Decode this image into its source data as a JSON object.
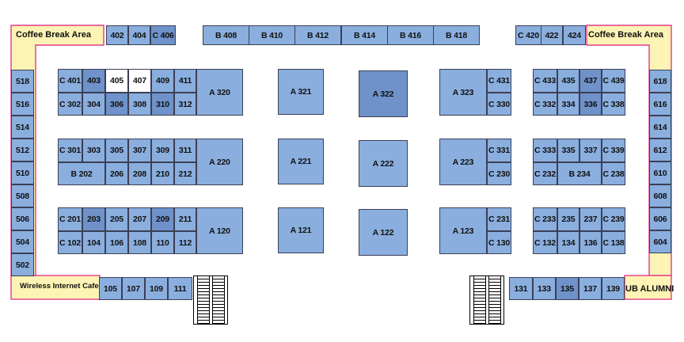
{
  "areas": {
    "coffee_left": "Coffee Break Area",
    "coffee_right": "Coffee Break Area",
    "wireless": "Wireless Internet Cafe",
    "alumni": "UB ALUMNI"
  },
  "colors": {
    "booth": "#8aaede",
    "booth_dark": "#6e92c9",
    "booth_open": "#ffffff",
    "corridor": "#fdf3b4",
    "wall": "#e23a8a"
  },
  "booths": {
    "top_left": [
      "402",
      "404",
      "C 406"
    ],
    "top_center": [
      "B 408",
      "B 410",
      "B 412",
      "B 414",
      "B 416",
      "B 418"
    ],
    "top_right": [
      "C 420",
      "422",
      "424"
    ],
    "left_column": [
      "518",
      "516",
      "514",
      "512",
      "510",
      "508",
      "506",
      "504",
      "502"
    ],
    "right_column": [
      "618",
      "616",
      "614",
      "612",
      "610",
      "608",
      "606",
      "604"
    ],
    "bottom_left": [
      "105",
      "107",
      "109",
      "111"
    ],
    "bottom_right": [
      "131",
      "133",
      "135",
      "137",
      "139"
    ],
    "left_block_1_top": [
      "C 401",
      "403",
      "405",
      "407",
      "409",
      "411"
    ],
    "left_block_1_bottom": [
      "C 302",
      "304",
      "306",
      "308",
      "310",
      "312"
    ],
    "left_block_1_big": "A 320",
    "left_block_2_top": [
      "C 301",
      "303",
      "305",
      "307",
      "309",
      "311"
    ],
    "left_block_2_bottom": [
      "B 202",
      "206",
      "208",
      "210",
      "212"
    ],
    "left_block_2_big": "A 220",
    "left_block_3_top": [
      "C 201",
      "203",
      "205",
      "207",
      "209",
      "211"
    ],
    "left_block_3_bottom": [
      "C 102",
      "104",
      "106",
      "108",
      "110",
      "112"
    ],
    "left_block_3_big": "A 120",
    "center_row_1": [
      "A 321",
      "A 322"
    ],
    "center_row_2": [
      "A 221",
      "A 222"
    ],
    "center_row_3": [
      "A 121",
      "A 122"
    ],
    "right_block_1_big": "A 323",
    "right_block_1_side": [
      "C 431",
      "C 330"
    ],
    "right_block_1_top": [
      "C 433",
      "435",
      "437",
      "C 439"
    ],
    "right_block_1_bottom": [
      "C 332",
      "334",
      "336",
      "C 338"
    ],
    "right_block_2_big": "A 223",
    "right_block_2_side": [
      "C 331",
      "C 230"
    ],
    "right_block_2_top": [
      "C 333",
      "335",
      "337",
      "C 339"
    ],
    "right_block_2_bottom": [
      "C 232",
      "B 234",
      "C 238"
    ],
    "right_block_3_big": "A 123",
    "right_block_3_side": [
      "C 231",
      "C 130"
    ],
    "right_block_3_top": [
      "C 233",
      "235",
      "237",
      "C 239"
    ],
    "right_block_3_bottom": [
      "C 132",
      "134",
      "136",
      "C 138"
    ]
  }
}
